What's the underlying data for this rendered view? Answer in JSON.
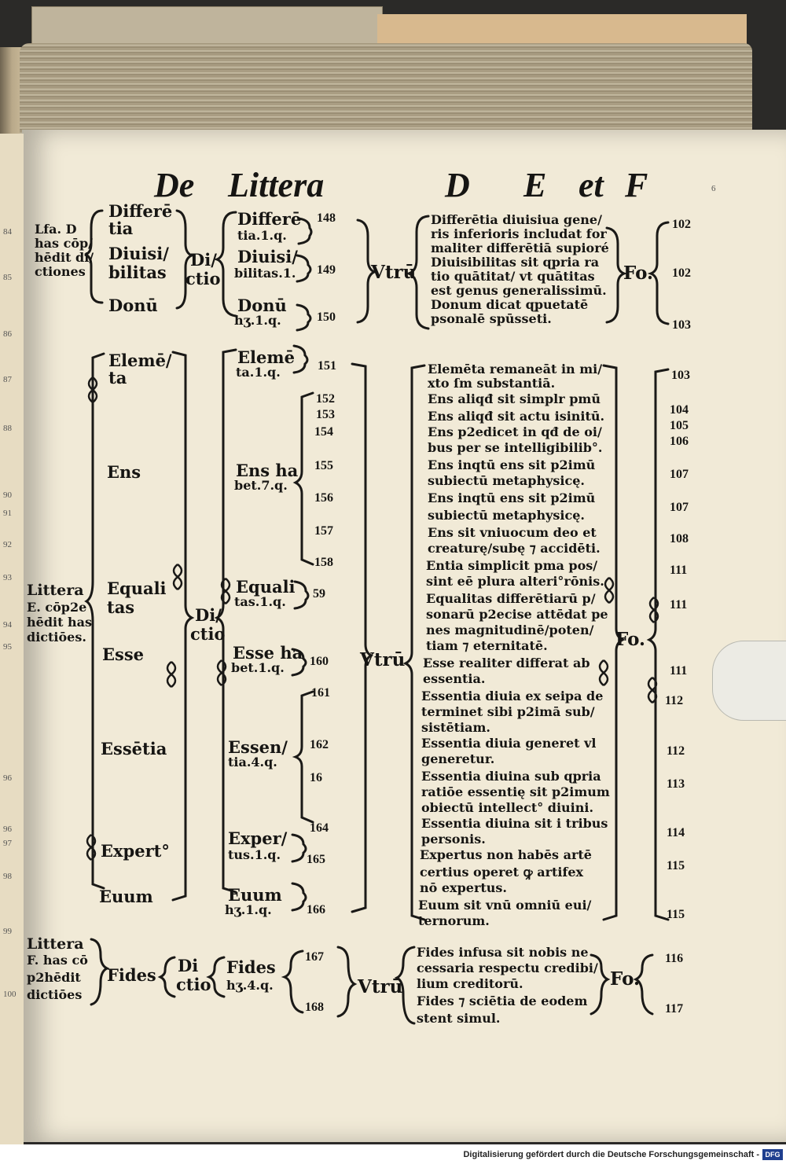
{
  "title": {
    "w1": "De",
    "w2": "Littera",
    "w3": "D",
    "w4": "E",
    "w5": "et",
    "w6": "F"
  },
  "margin_numbers": [
    "84",
    "85",
    "86",
    "87",
    "88",
    "90",
    "91",
    "92",
    "93",
    "94",
    "95",
    "96",
    "96",
    "97",
    "98",
    "99",
    "100"
  ],
  "sec_d": {
    "heading": [
      "Lfa. D",
      "has cōp/",
      "hēdit di/",
      "ctiones"
    ],
    "words": [
      "Differē",
      "tia",
      "Diuisi/",
      "bilitas",
      "Donū"
    ],
    "dictio": [
      "Di/",
      "ctio"
    ],
    "subs": [
      "Differē",
      "tia.1.q.",
      "Diuisi/",
      "bilitas.1.",
      "Donū",
      "hʒ.1.q."
    ],
    "nums": [
      "148",
      "149",
      "150"
    ],
    "utru": "Vtrū",
    "questions": [
      "Differētia diuisiua gene/",
      "ris inferioris includat for",
      "maliter differētiā supioré",
      "Diuisibilitas sit ɋpria ra",
      "tio quātitat/ vt quātitas",
      "est genus generalissimū.",
      "Donum dicat ɋpuetatē",
      "psonalē spūsseti."
    ],
    "fo": "Fo.",
    "folios": [
      "102",
      "102",
      "103"
    ]
  },
  "sec_e": {
    "heading": [
      "Littera",
      "E. cōp2e",
      "hēdit has",
      "dictiōes."
    ],
    "words": [
      "Elemē/",
      "ta",
      "Ens",
      "Equali",
      "tas",
      "Esse",
      "Essētia",
      "Expert°",
      "Euum"
    ],
    "dictio": [
      "Di/",
      "ctio"
    ],
    "subs": [
      "Elemē",
      "ta.1.q.",
      "Ens ha",
      "bet.7.q.",
      "Equali",
      "tas.1.q.",
      "Esse ha",
      "bet.1.q.",
      "Essen/",
      "tia.4.q.",
      "Exper/",
      "tus.1.q.",
      "Euum",
      "hʒ.1.q."
    ],
    "nums": [
      "151",
      "152",
      "153",
      "154",
      "155",
      "156",
      "157",
      "158",
      "59",
      "160",
      "161",
      "162",
      "16",
      "164",
      "165",
      "166"
    ],
    "utru": "Vtrū",
    "questions": [
      "Elemēta remaneāt in mi/",
      "xto ſm substantiā.",
      "Ens aliqđ sit simplr pmū",
      "Ens aliqđ sit actu isinitū.",
      "Ens p2edicet in qđ de oi/",
      "bus per se intelligibilib°.",
      "Ens inqtū ens sit p2imū",
      "subiectū metaphysicę.",
      "Ens inqtū ens sit p2imū",
      "subiectū metaphysicę.",
      "Ens sit vniuocum deo et",
      "creaturę/subę ⁊ accidēti.",
      "Entia simplicit pma pos/",
      "sint eē plura alteri°rōnis.",
      "Equalitas differētiarū p/",
      "sonarū p2ecise attēdat pe",
      "nes magnitudinē/poten/",
      "tiam ⁊ eternitatē.",
      "Esse realiter differat ab",
      "essentia.",
      "Essentia diuia ex seipa de",
      "terminet sibi p2imā sub/",
      "sistētiam.",
      "Essentia diuia generet vl",
      "generetur.",
      "Essentia diuina sub ɋpria",
      "ratiōe essentię sit p2imum",
      "obiectū intellect° diuini.",
      "Essentia diuina sit i tribus",
      "personis.",
      "Expertus non habēs artē",
      "certius operet ꝙ artifex",
      "nō expertus.",
      "Euum sit vnū omniū eui/",
      "ternorum."
    ],
    "fo": "Fo.",
    "folios": [
      "103",
      "104",
      "105",
      "106",
      "107",
      "107",
      "108",
      "111",
      "111",
      "111",
      "112",
      "112",
      "113",
      "114",
      "115",
      "115"
    ]
  },
  "sec_f": {
    "heading": [
      "Littera",
      "F. has cō",
      "p2hēdit",
      "dictiōes"
    ],
    "word": "Fides",
    "dictio": [
      "Di",
      "ctio"
    ],
    "subs": [
      "Fides",
      "hʒ.4.q."
    ],
    "nums": [
      "167",
      "168"
    ],
    "utru": "Vtrū",
    "questions": [
      "Fides infusa sit nobis ne",
      "cessaria respectu credibi/",
      "lium creditorū.",
      "Fides ⁊ sciētia de eodem",
      "stent simul."
    ],
    "fo": "Fo.",
    "folios": [
      "116",
      "117"
    ]
  },
  "page_mark": "6",
  "footer": "Digitalisierung gefördert durch die Deutsche Forschungsgemeinschaft -",
  "footer_logo": "DFG"
}
